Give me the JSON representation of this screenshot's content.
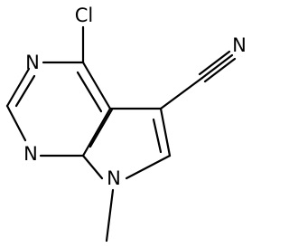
{
  "molecule": {
    "atoms": {
      "cl": "Cl",
      "n_pyrimidine_top": "N",
      "n_pyrimidine_bottom": "N",
      "n_pyrrole": "N",
      "n_nitrile": "N"
    }
  }
}
